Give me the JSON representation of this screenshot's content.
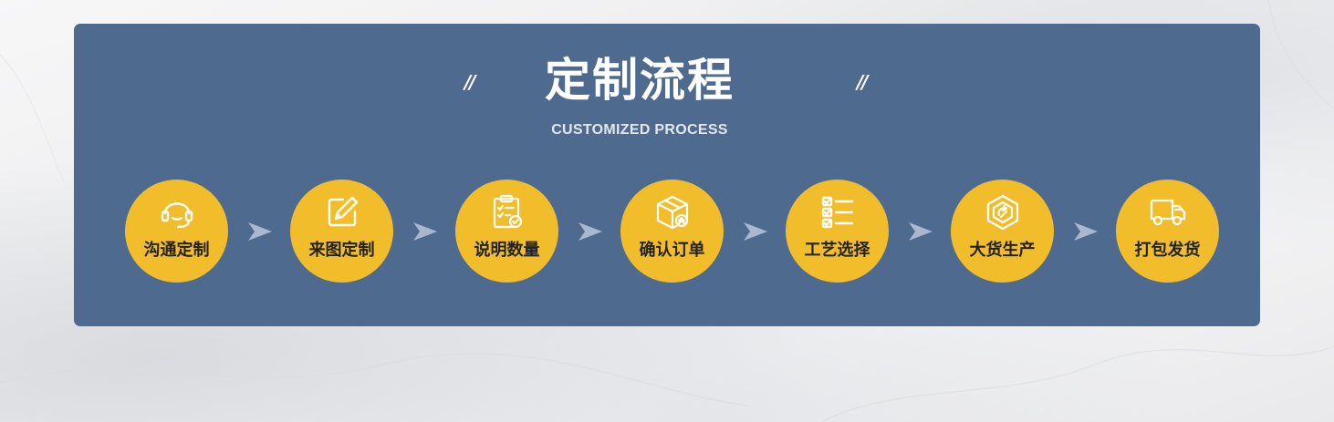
{
  "title": "定制流程",
  "subtitle": "CUSTOMIZED PROCESS",
  "quote_mark": "//",
  "colors": {
    "panel": "#4f6a8f",
    "circle": "#f2bd2b",
    "arrow": "#a9b7cf"
  },
  "steps": [
    {
      "label": "沟通定制",
      "icon": "headset-icon"
    },
    {
      "label": "来图定制",
      "icon": "edit-pencil-icon"
    },
    {
      "label": "说明数量",
      "icon": "clipboard-check-icon"
    },
    {
      "label": "确认订单",
      "icon": "package-box-icon"
    },
    {
      "label": "工艺选择",
      "icon": "checklist-icon"
    },
    {
      "label": "大货生产",
      "icon": "production-gear-icon"
    },
    {
      "label": "打包发货",
      "icon": "delivery-truck-icon"
    }
  ]
}
